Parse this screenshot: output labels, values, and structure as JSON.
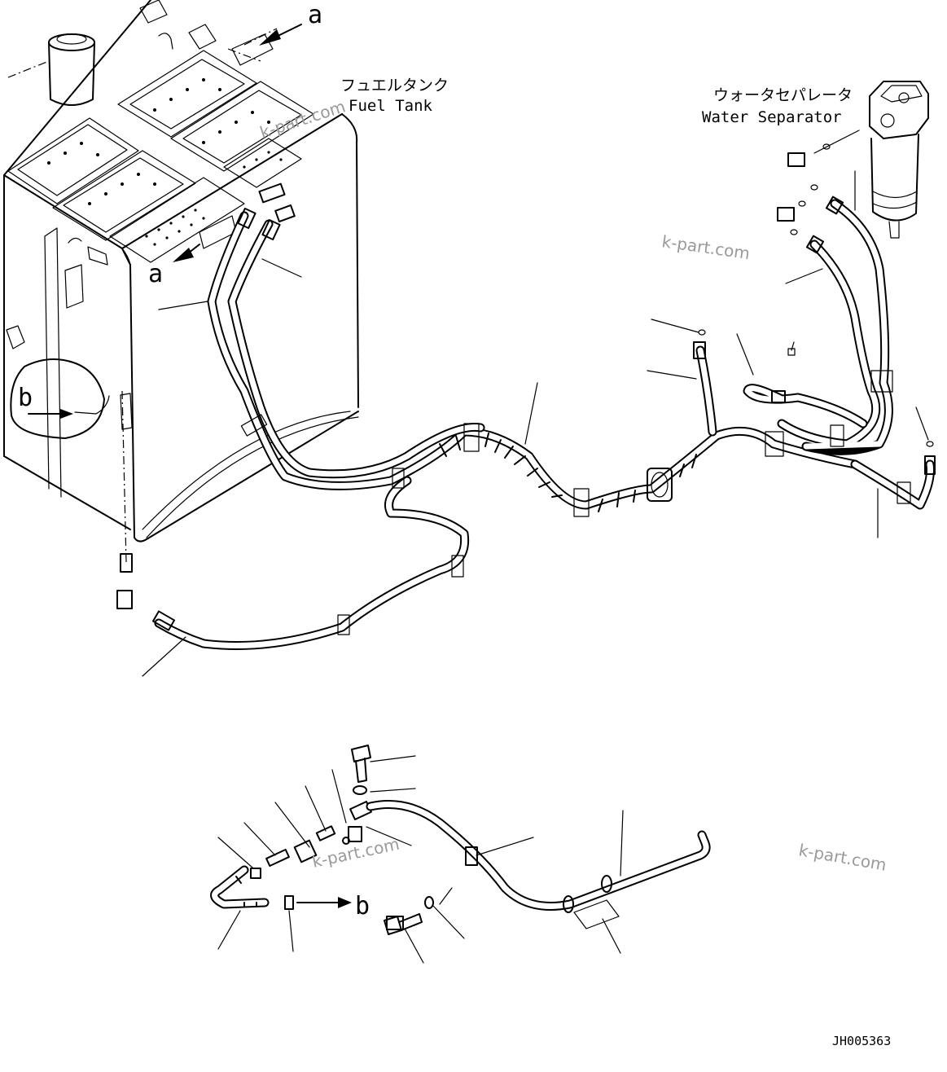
{
  "labels": {
    "fuel_tank_jp": "フュエルタンク",
    "fuel_tank_en": "Fuel Tank",
    "water_separator_jp": "ウォータセパレータ",
    "water_separator_en": "Water Separator",
    "ref_a_top": "a",
    "ref_a_bottom": "a",
    "ref_b_detail": "b",
    "ref_b_bottom": "b",
    "drawing_number": "JH005363"
  },
  "watermarks": [
    "k-part.com",
    "k-part.com",
    "k-part.com",
    "k-part.com"
  ]
}
